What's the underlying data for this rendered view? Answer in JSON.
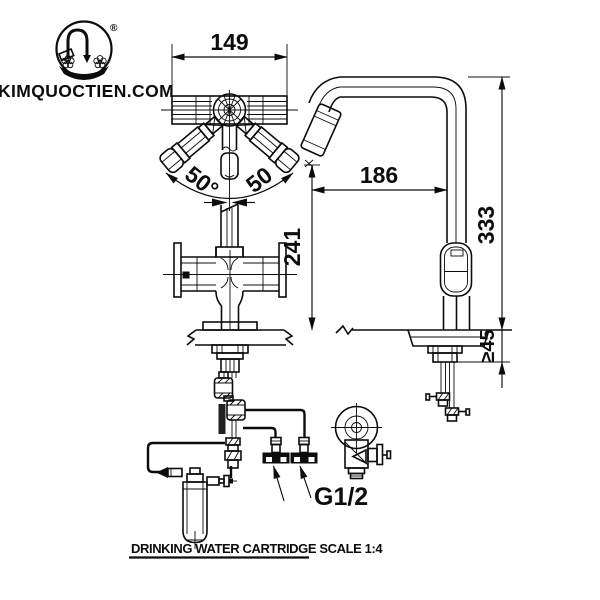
{
  "brand": {
    "name": "KIMQUOCTIEN.COM",
    "registered": "®"
  },
  "dimensions": {
    "top_width": "149",
    "handle_angle_left": "50°",
    "handle_angle_right": "50",
    "outlet_height": "241",
    "spout_reach": "186",
    "total_height": "333",
    "counter_thickness": "≥45",
    "thread_size": "G1/2"
  },
  "caption": "DRINKING WATER CARTRIDGE SCALE 1:4",
  "colors": {
    "line": "#0c0c0c",
    "background": "#ffffff"
  }
}
